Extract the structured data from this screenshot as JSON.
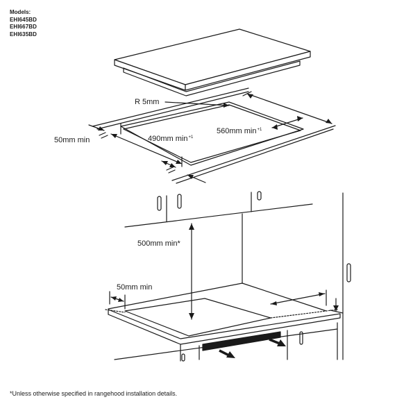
{
  "models": {
    "heading": "Models:",
    "items": [
      "EHI645BD",
      "EHI667BD",
      "EHI635BD"
    ]
  },
  "labels": {
    "radius": "R 5mm",
    "side_clearance": "50mm min",
    "depth": "490mm min",
    "depth_note": "+1",
    "width": "560mm min",
    "width_note": "+1",
    "rangehood_height": "500mm min*",
    "wall_clearance": "50mm min"
  },
  "footnote": "*Unless otherwise specified in rangehood installation details."
}
